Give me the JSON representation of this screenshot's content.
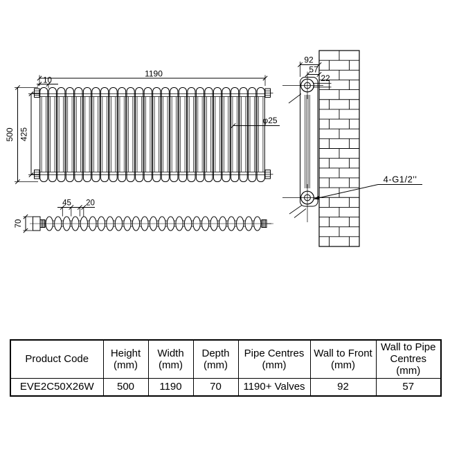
{
  "drawing": {
    "front_view": {
      "sections": 26,
      "width_label": "1190",
      "offset_label": "10",
      "height_label": "500",
      "inner_height_label": "425",
      "column_diameter_label": "φ25"
    },
    "top_view": {
      "sections": 25,
      "pitch_label": "45",
      "column_width_label": "20",
      "depth_label": "70"
    },
    "side_view": {
      "wall_to_front_label": "92",
      "wall_to_pipe_label": "57",
      "pipe_diameter_label": "22",
      "connection_label": "4-G1/2''"
    }
  },
  "table": {
    "columns": [
      {
        "header_lines": [
          "Product Code"
        ],
        "value": "EVE2C50X26W"
      },
      {
        "header_lines": [
          "Height",
          "(mm)"
        ],
        "value": "500"
      },
      {
        "header_lines": [
          "Width",
          "(mm)"
        ],
        "value": "1190"
      },
      {
        "header_lines": [
          "Depth",
          "(mm)"
        ],
        "value": "70"
      },
      {
        "header_lines": [
          "Pipe Centres",
          "(mm)"
        ],
        "value": "1190+ Valves"
      },
      {
        "header_lines": [
          "Wall to Front",
          "(mm)"
        ],
        "value": "92"
      },
      {
        "header_lines": [
          "Wall to Pipe",
          "Centres",
          "(mm)"
        ],
        "value": "57"
      }
    ]
  }
}
